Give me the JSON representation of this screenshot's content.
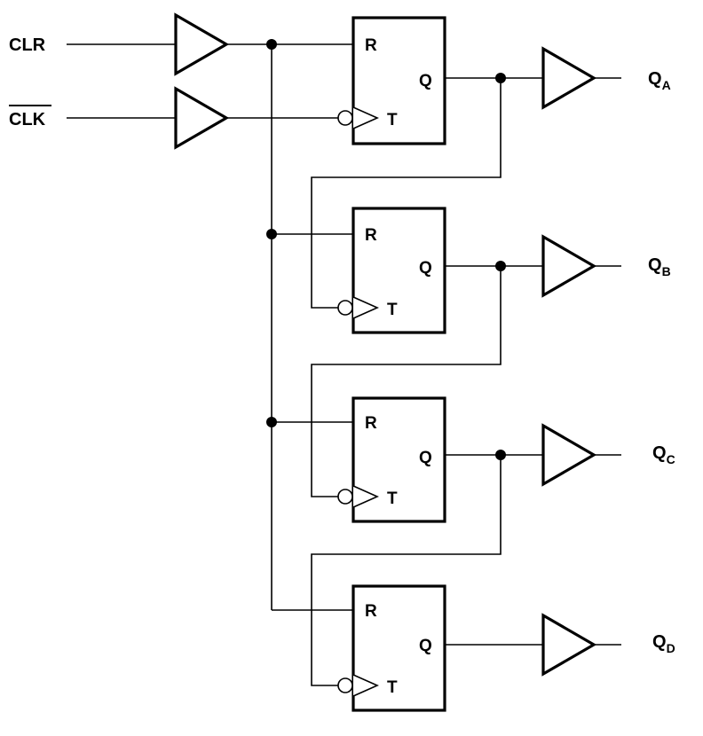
{
  "inputs": {
    "clear": "CLR",
    "clock": "CLK"
  },
  "flip_flops": [
    {
      "reset_pin": "R",
      "output_pin": "Q",
      "clock_pin": "T"
    },
    {
      "reset_pin": "R",
      "output_pin": "Q",
      "clock_pin": "T"
    },
    {
      "reset_pin": "R",
      "output_pin": "Q",
      "clock_pin": "T"
    },
    {
      "reset_pin": "R",
      "output_pin": "Q",
      "clock_pin": "T"
    }
  ],
  "outputs": [
    {
      "base": "Q",
      "sub": "A"
    },
    {
      "base": "Q",
      "sub": "B"
    },
    {
      "base": "Q",
      "sub": "C"
    },
    {
      "base": "Q",
      "sub": "D"
    }
  ]
}
